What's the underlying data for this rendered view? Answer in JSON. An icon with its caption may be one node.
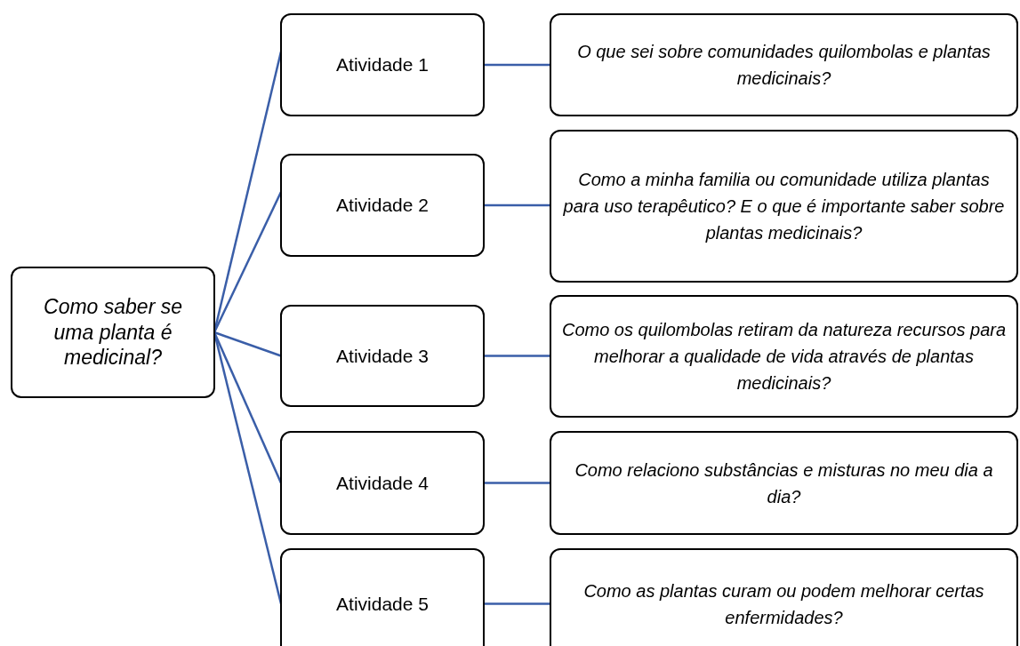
{
  "diagram": {
    "nodes": [
      {
        "text": [
          "Como saber se uma planta é medicinal?"
        ]
      },
      {
        "text": [
          "Atividade 1"
        ]
      },
      {
        "text": [
          "Atividade 2"
        ]
      },
      {
        "text": [
          "Atividade 3"
        ]
      },
      {
        "text": [
          "Atividade 4"
        ]
      },
      {
        "text": [
          "Atividade 5"
        ]
      },
      {
        "text": [
          "O que sei sobre comunidades quilombolas e plantas medicinais?"
        ]
      },
      {
        "text": [
          "Como a minha familia ou comunidade utiliza plantas para uso terapêutico? E o que é importante saber sobre plantas medicinais?"
        ]
      },
      {
        "text": [
          "Como os quilombolas retiram da natureza recursos para melhorar a qualidade de vida através de plantas medicinais?"
        ]
      },
      {
        "text": [
          "Como relaciono substâncias e misturas no meu dia a dia?"
        ]
      },
      {
        "text": [
          "Como as plantas curam ou podem melhorar certas enfermidades?"
        ]
      }
    ],
    "edges": [
      {
        "from": 0,
        "to": 1,
        "arrow": "none"
      },
      {
        "from": 0,
        "to": 2,
        "arrow": "none"
      },
      {
        "from": 0,
        "to": 3,
        "arrow": "none"
      },
      {
        "from": 0,
        "to": 4,
        "arrow": "none"
      },
      {
        "from": 0,
        "to": 5,
        "arrow": "none"
      },
      {
        "from": 1,
        "to": 6,
        "arrow": "none"
      },
      {
        "from": 2,
        "to": 7,
        "arrow": "none"
      },
      {
        "from": 3,
        "to": 8,
        "arrow": "none"
      },
      {
        "from": 4,
        "to": 9,
        "arrow": "none"
      },
      {
        "from": 5,
        "to": 10,
        "arrow": "none"
      }
    ]
  }
}
